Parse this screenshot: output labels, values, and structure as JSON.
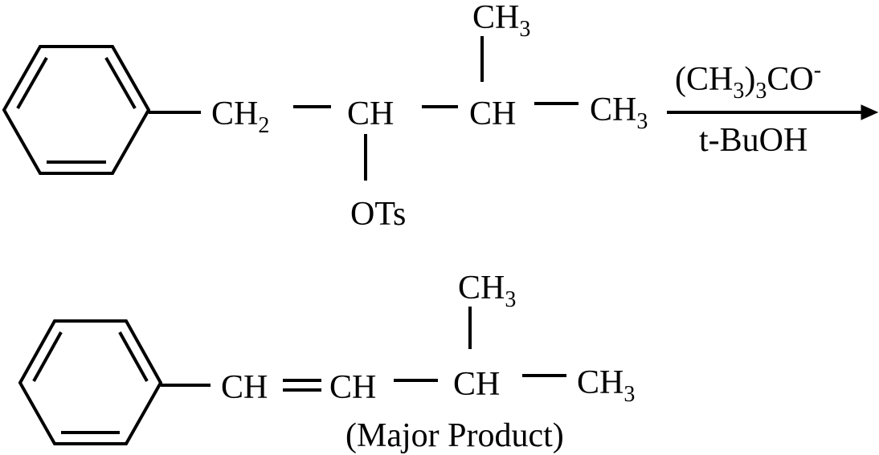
{
  "reactant": {
    "ch2": {
      "main": "CH",
      "sub": "2"
    },
    "ch_otS": "CH",
    "leaving_group": "OTs",
    "ch_branch": "CH",
    "methyl_top": {
      "main": "CH",
      "sub": "3"
    },
    "methyl_end": {
      "main": "CH",
      "sub": "3"
    }
  },
  "conditions": {
    "reagent": {
      "open": "(CH",
      "sub1": "3",
      "mid": ")",
      "sub2": "3",
      "tail": "CO",
      "sup": "-"
    },
    "solvent": "t-BuOH"
  },
  "product": {
    "ch_alkene1": "CH",
    "ch_alkene2": "CH",
    "ch_branch": "CH",
    "methyl_top": {
      "main": "CH",
      "sub": "3"
    },
    "methyl_end": {
      "main": "CH",
      "sub": "3"
    },
    "label": "(Major Product)"
  }
}
